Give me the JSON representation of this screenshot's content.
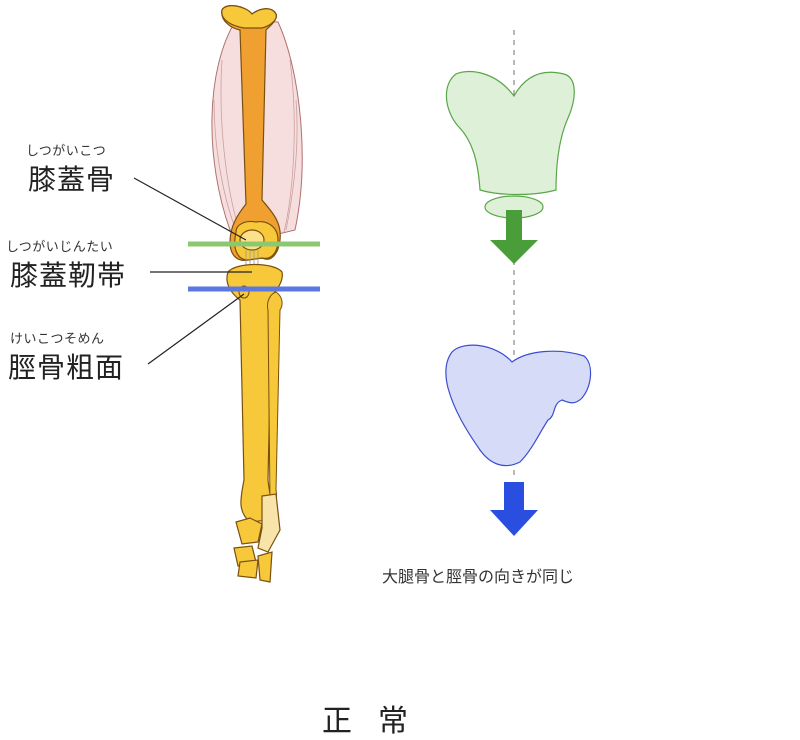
{
  "labels": {
    "patella": {
      "ruby": "しつがいこつ",
      "term": "膝蓋骨"
    },
    "patellar_ligament": {
      "ruby": "しつがいじんたい",
      "term": "膝蓋靭帯"
    },
    "tibial_tuberosity": {
      "ruby": "けいこつそめん",
      "term": "脛骨粗面"
    }
  },
  "caption": "大腿骨と脛骨の向きが同じ",
  "title": "正常",
  "colors": {
    "femur_bone": "#f0a030",
    "tibia_bone": "#f6c83a",
    "muscle": "#f7dede",
    "patella_line": "#8cc870",
    "tuberosity_line": "#5a78e0",
    "femur_section_fill": "#dff0d8",
    "femur_section_stroke": "#5aa648",
    "tibia_section_fill": "#d6dcf8",
    "tibia_section_stroke": "#3a4ed0",
    "arrow_green": "#4a9e3a",
    "arrow_blue": "#2a4fe0"
  }
}
